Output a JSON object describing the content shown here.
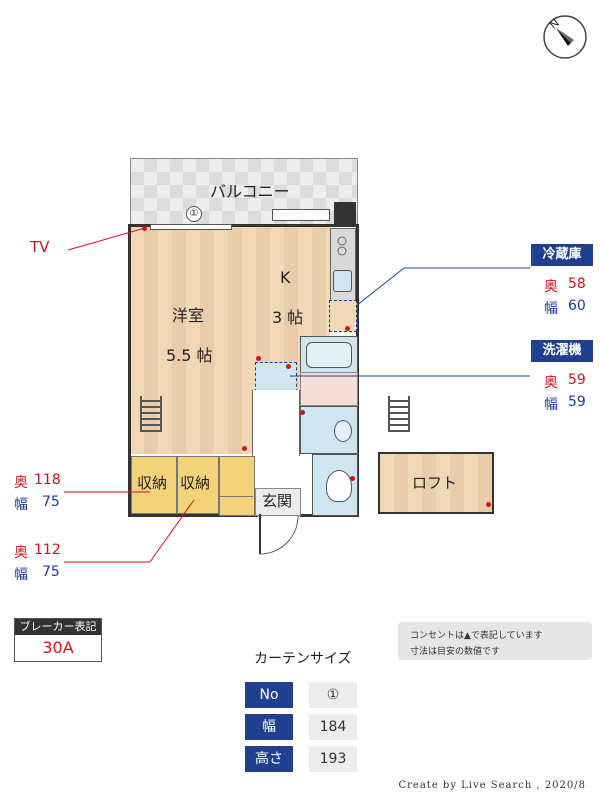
{
  "plan": {
    "balcony": "バルコニー",
    "balcony_no": "①",
    "room_name": "洋室",
    "room_size": "5.5 帖",
    "kitchen_name": "K",
    "kitchen_size": "3 帖",
    "storage1": "収納",
    "storage2": "収納",
    "entrance": "玄関",
    "loft": "ロフト"
  },
  "labels": {
    "tv": "TV"
  },
  "fridge": {
    "title": "冷蔵庫",
    "depth_label": "奥",
    "depth_value": "58",
    "width_label": "幅",
    "width_value": "60"
  },
  "washer": {
    "title": "洗濯機",
    "depth_label": "奥",
    "depth_value": "59",
    "width_label": "幅",
    "width_value": "59"
  },
  "storage_dims": [
    {
      "depth_label": "奥",
      "depth_value": "118",
      "width_label": "幅",
      "width_value": "75"
    },
    {
      "depth_label": "奥",
      "depth_value": "112",
      "width_label": "幅",
      "width_value": "75"
    }
  ],
  "breaker": {
    "title": "ブレーカー表記",
    "value": "30A"
  },
  "note": {
    "line1": "コンセントは▲で表記しています",
    "line2": "寸法は目安の数値です"
  },
  "curtain": {
    "title": "カーテンサイズ",
    "rows": [
      {
        "header": "No",
        "value": "①"
      },
      {
        "header": "幅",
        "value": "184"
      },
      {
        "header": "高さ",
        "value": "193"
      }
    ]
  },
  "footer": "Create by Live Search , 2020/8",
  "compass": {
    "letter": "N"
  },
  "colors": {
    "accent_blue": "#1f3f8f",
    "red": "#d0121b",
    "floor": "#f1d8b5",
    "storage": "#f3d27a",
    "tile": "#d8eaf3",
    "wet": "#cfe6f0"
  }
}
